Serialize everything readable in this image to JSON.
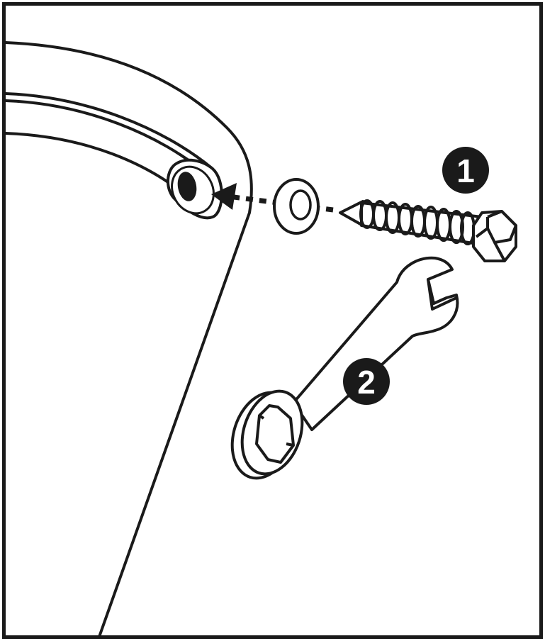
{
  "diagram": {
    "colors": {
      "ink": "#1a1a1a",
      "paper": "#ffffff",
      "badge_fill": "#1a1a1a",
      "badge_text": "#ffffff"
    },
    "steps": [
      {
        "number": "1",
        "part": "lag-bolt-with-washer"
      },
      {
        "number": "2",
        "part": "wrench"
      }
    ]
  }
}
